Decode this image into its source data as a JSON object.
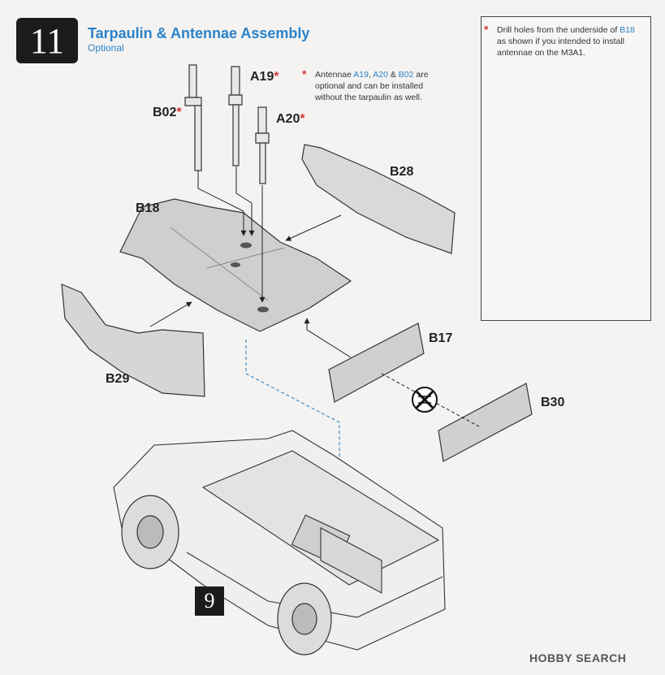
{
  "step": {
    "number": "11",
    "title": "Tarpaulin & Antennae Assembly",
    "subtitle": "Optional"
  },
  "parts": {
    "a19": "A19",
    "a20": "A20",
    "b02": "B02",
    "b18": "B18",
    "b28": "B28",
    "b29": "B29",
    "b17": "B17",
    "b30": "B30",
    "asterisk": "*"
  },
  "note_optional": {
    "prefix": "Antennae ",
    "a19": "A19",
    "sep1": ", ",
    "a20": "A20",
    "sep2": " & ",
    "b02": "B02",
    "suffix": " are optional and can be installed without the tarpaulin as well."
  },
  "note_drill": {
    "prefix": "Drill holes from the underside of ",
    "part": "B18",
    "suffix": " as shown if you intended to install antennae on the M3A1."
  },
  "reference_step": "9",
  "watermark": "HOBBY SEARCH",
  "colors": {
    "accent_blue": "#2b82c9",
    "warning_red": "#d23a3a",
    "badge_black": "#1b1b1b"
  }
}
